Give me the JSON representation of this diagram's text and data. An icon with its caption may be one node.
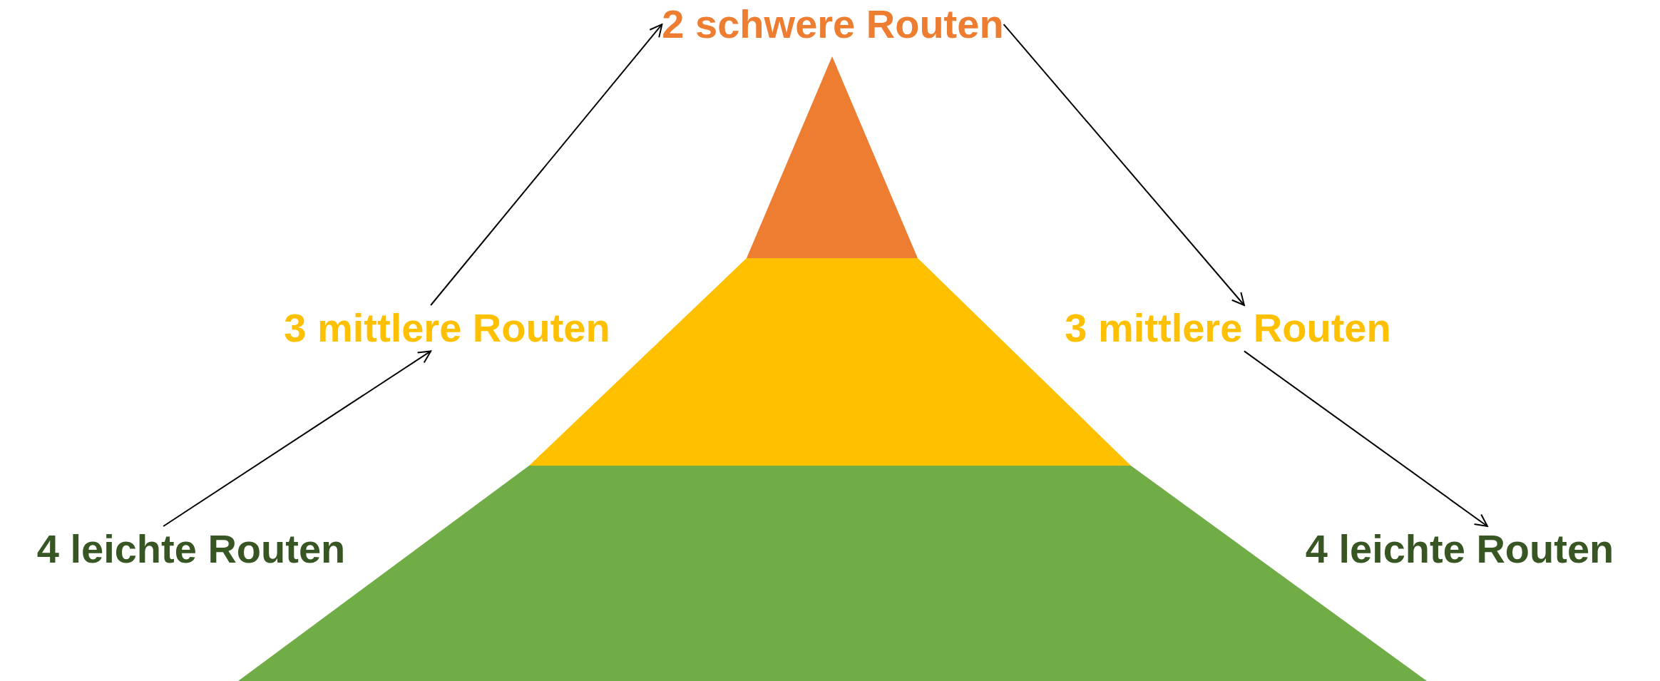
{
  "diagram": {
    "nodes": [
      {
        "text": [
          "2 schwere Routen"
        ]
      },
      {
        "text": [
          "3 mittlere Routen"
        ]
      },
      {
        "text": [
          "3 mittlere Routen"
        ]
      },
      {
        "text": [
          "4 leichte Routen"
        ]
      },
      {
        "text": [
          "4 leichte Routen"
        ]
      }
    ],
    "edges": [
      {
        "from": 3,
        "to": 1,
        "arrow": "to"
      },
      {
        "from": 1,
        "to": 0,
        "arrow": "to"
      },
      {
        "from": 0,
        "to": 2,
        "arrow": "to"
      },
      {
        "from": 2,
        "to": 4,
        "arrow": "to"
      }
    ]
  }
}
